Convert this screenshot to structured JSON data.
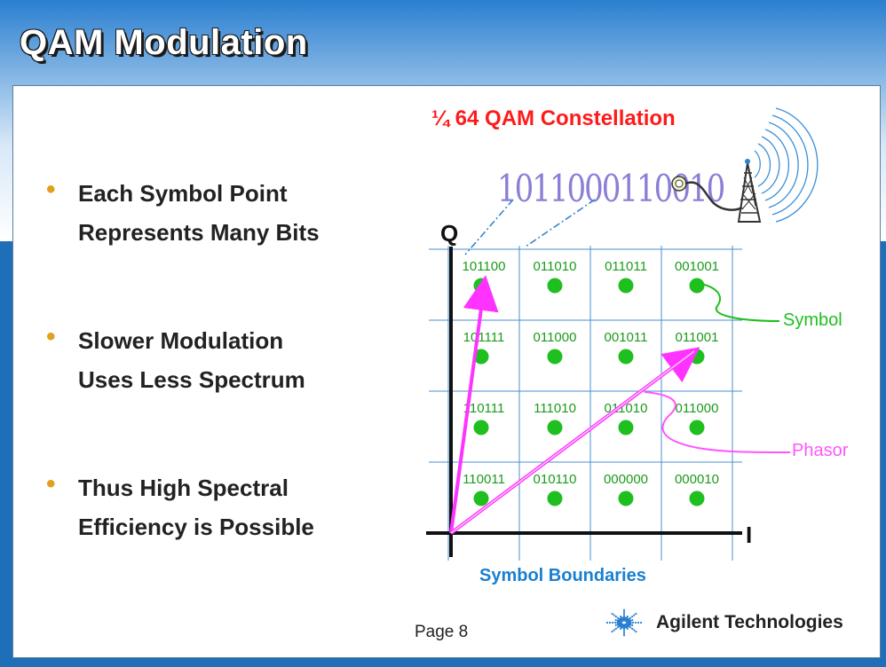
{
  "slide": {
    "title": "QAM Modulation",
    "page_label": "Page 8",
    "logo_text": "Agilent Technologies"
  },
  "bullets": [
    {
      "line1": "Each Symbol Point",
      "line2": "Represents Many Bits"
    },
    {
      "line1": "Slower Modulation",
      "line2": "Uses Less Spectrum"
    },
    {
      "line1": "Thus High Spectral",
      "line2": "Efficiency is Possible"
    }
  ],
  "diagram": {
    "title": "¼ 64 QAM Constellation",
    "bit_stream": "1011000110010",
    "q_axis_label": "Q",
    "i_axis_label": "I",
    "symbol_label": "Symbol",
    "phasor_label": "Phasor",
    "boundaries_label": "Symbol Boundaries",
    "grid_codes": [
      [
        "101100",
        "011010",
        "011011",
        "001001"
      ],
      [
        "101111",
        "011000",
        "001011",
        "011001"
      ],
      [
        "110111",
        "111010",
        "011010",
        "011000"
      ],
      [
        "110011",
        "010110",
        "000000",
        "000010"
      ]
    ],
    "colors": {
      "grid": "#4a8fd0",
      "point": "#1fbf1f",
      "code": "#1a9b1a",
      "phasor": "#ff33ff",
      "title": "#ff1a1a",
      "symbol_callout": "#1fbf1f",
      "phasor_callout": "#ff55ff"
    }
  }
}
